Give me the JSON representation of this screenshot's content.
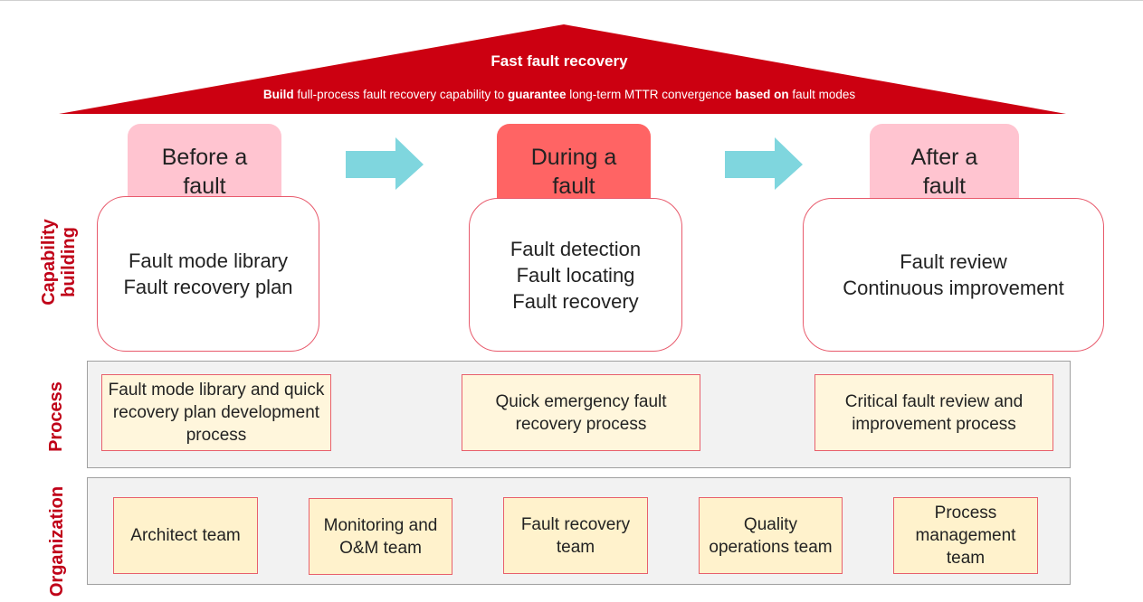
{
  "roof": {
    "title": "Fast fault recovery",
    "subtitle_parts": [
      {
        "text": "Build",
        "bold": true
      },
      {
        "text": " full-process fault recovery capability to ",
        "bold": false
      },
      {
        "text": "guarantee",
        "bold": true
      },
      {
        "text": " long-term MTTR convergence ",
        "bold": false
      },
      {
        "text": "based on",
        "bold": true
      },
      {
        "text": " fault modes",
        "bold": false
      }
    ],
    "color": "#cc0011"
  },
  "stages": [
    {
      "label_line1": "Before a",
      "label_line2": "fault",
      "highlight": false
    },
    {
      "label_line1": "During a",
      "label_line2": "fault",
      "highlight": true
    },
    {
      "label_line1": "After a",
      "label_line2": "fault",
      "highlight": false
    }
  ],
  "arrow_color": "#7fd6de",
  "row_labels": {
    "capability": [
      "Capability",
      "building"
    ],
    "process": "Process",
    "organization": "Organization"
  },
  "capability": [
    [
      "Fault mode library",
      "Fault recovery plan"
    ],
    [
      "Fault detection",
      "Fault locating",
      "Fault recovery"
    ],
    [
      "Fault review",
      "Continuous improvement"
    ]
  ],
  "process": [
    "Fault mode library and quick recovery plan development process",
    "Quick emergency fault recovery process",
    "Critical fault review and improvement process"
  ],
  "organization": [
    "Architect team",
    "Monitoring and O&M team",
    "Fault recovery team",
    "Quality operations team",
    "Process management team"
  ]
}
